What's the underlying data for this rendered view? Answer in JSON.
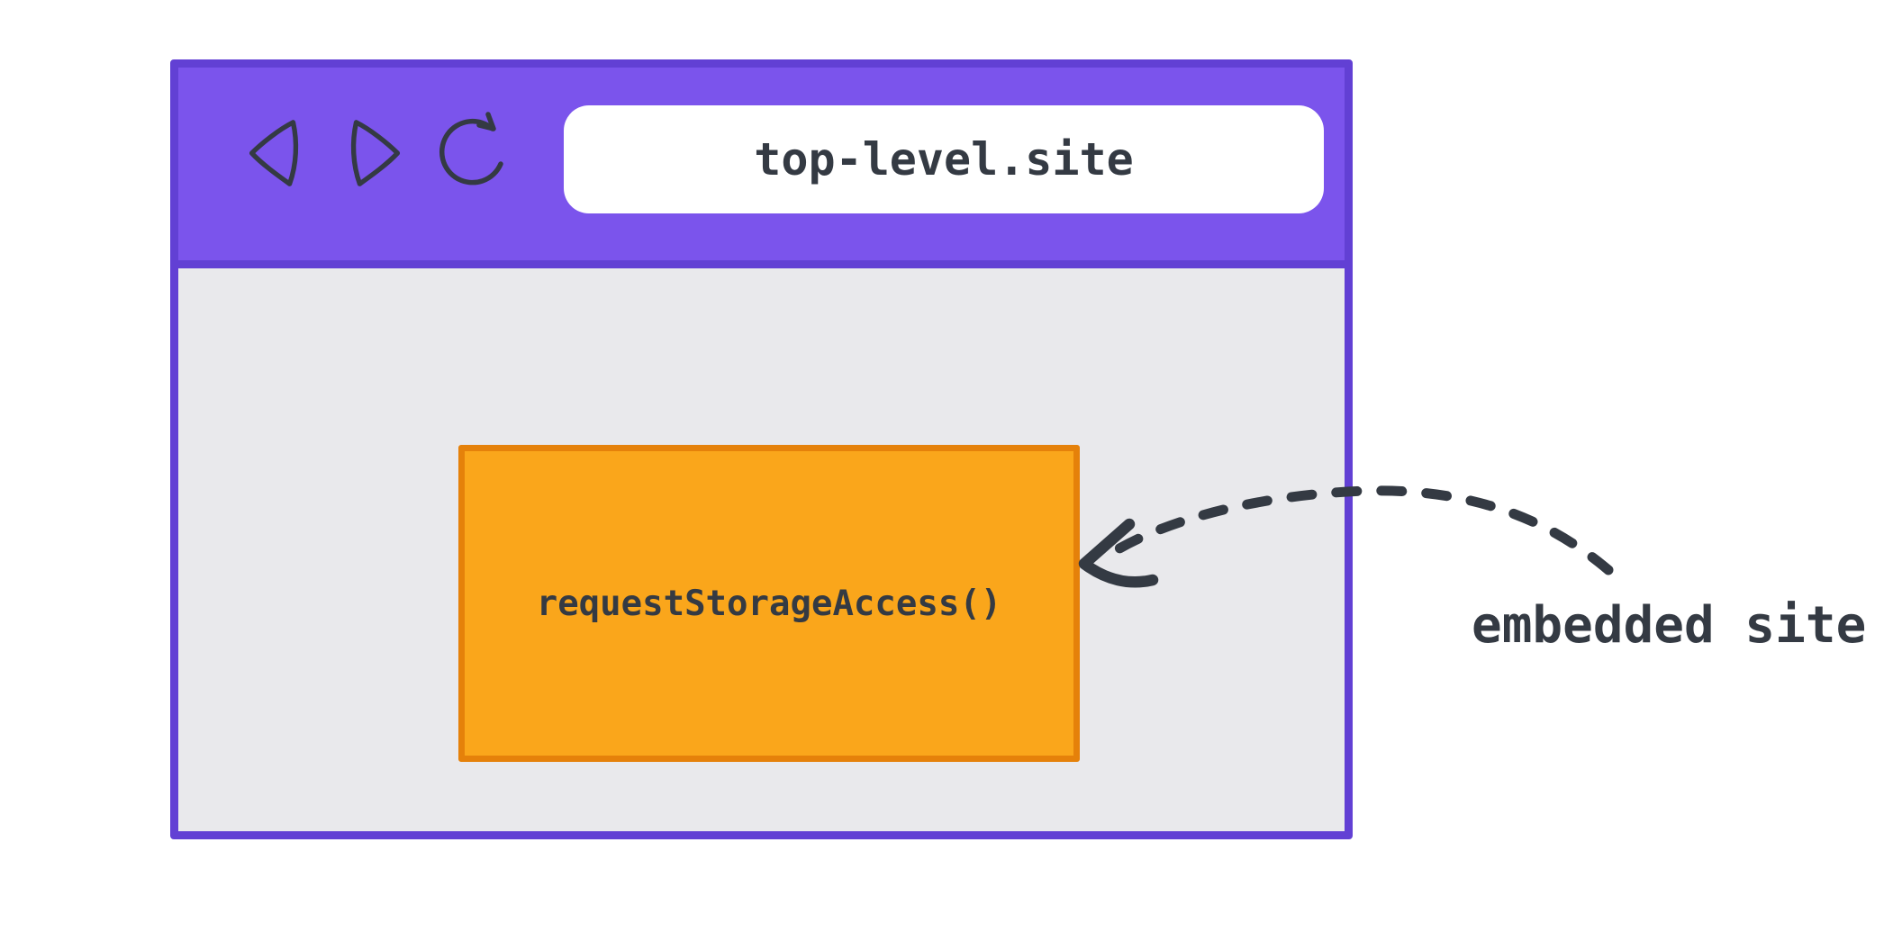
{
  "browser_window": {
    "toolbar": {
      "icons": [
        {
          "name": "back-icon"
        },
        {
          "name": "forward-icon"
        },
        {
          "name": "reload-icon"
        }
      ],
      "url_bar": {
        "value": "top-level.site"
      }
    },
    "page": {
      "embedded_frame": {
        "label": "requestStorageAccess()"
      }
    }
  },
  "annotation": {
    "label": "embedded site",
    "arrow": "dashed-curved-arrow-pointing-to-embedded-frame"
  },
  "colors": {
    "titlebar-fill": "#7B54EC",
    "window-border": "#6240D4",
    "page-fill": "#E9E9EC",
    "frame-fill": "#FAA61B",
    "frame-border": "#E5810A",
    "ink": "#343A43",
    "urlbar-fill": "#FFFFFF",
    "canvas-bg": "#FFFFFF"
  }
}
